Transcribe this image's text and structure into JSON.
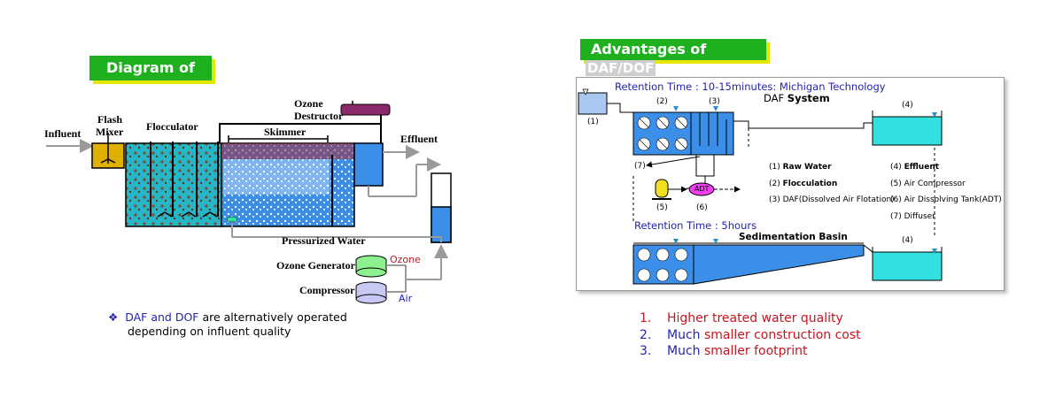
{
  "left": {
    "title": "Diagram of DOF",
    "labels": {
      "influent": "Influent",
      "flash_mixer_1": "Flash",
      "flash_mixer_2": "Mixer",
      "flocculator": "Flocculator",
      "ozone_destructor_1": "Ozone",
      "ozone_destructor_2": "Destructor",
      "skimmer": "Skimmer",
      "effluent": "Effluent",
      "pressurized_water": "Pressurized Water",
      "ozone_generator": "Ozone Generator",
      "compressor": "Compressor",
      "ozone": "Ozone",
      "air": "Air"
    },
    "bullet": {
      "symbol": "❖",
      "highlight": "DAF and DOF",
      "line1_rest": " are alternatively operated",
      "line2": "depending on influent quality"
    }
  },
  "right": {
    "title_line1": "Advantages of",
    "title_line2": "DAF/DOF",
    "retention_time_1": "Retention Time : 10-15minutes: Michigan Technology",
    "daf_system_prefix": "DAF ",
    "daf_system_bold": "System",
    "retention_time_2": "Retention Time : 5hours",
    "sedimentation_basin": "Sedimentation Basin",
    "unit_numbers": {
      "n1": "(1)",
      "n2": "(2)",
      "n3": "(3)",
      "n4a": "(4)",
      "n4b": "(4)",
      "n5": "(5)",
      "n6": "(6)",
      "n7": "(7)"
    },
    "adt_label": "ADT",
    "legend_left": [
      {
        "num": "(1) ",
        "text": "Raw Water",
        "bold": true
      },
      {
        "num": "(2) ",
        "text": "Flocculation",
        "bold": true
      },
      {
        "num": "(3) ",
        "text": "DAF(Dissolved Air Flotation)",
        "bold": false
      }
    ],
    "legend_right": [
      {
        "num": "(4) ",
        "text": "Effluent",
        "bold": true
      },
      {
        "num": "(5) ",
        "text": "Air Compressor",
        "bold": false
      },
      {
        "num": "(6) ",
        "text": "Air Dissolving Tank(ADT)",
        "bold": false
      },
      {
        "num": "(7) ",
        "text": "Diffuser",
        "bold": false
      }
    ],
    "advantages": [
      {
        "num": "1.",
        "parts": [
          {
            "text": "Higher treated water quality",
            "color": "red"
          }
        ]
      },
      {
        "num": "2.",
        "parts": [
          {
            "text": "Much ",
            "color": "blue"
          },
          {
            "text": "smaller construction cost",
            "color": "red"
          }
        ]
      },
      {
        "num": "3.",
        "parts": [
          {
            "text": "Much ",
            "color": "blue"
          },
          {
            "text": "smaller footprint",
            "color": "red"
          }
        ]
      }
    ]
  },
  "colors": {
    "title_green": "#1fb01f",
    "title_shadow": "#e6e600",
    "water_blue": "#3c8fe8",
    "flocculator_teal": "#26b6c8",
    "effluent_cyan": "#33e0e0",
    "text_blue": "#2323b0",
    "text_red": "#c8141e",
    "ozone_gen_green": "#8ef08e",
    "compressor_lavender": "#c8c8f4",
    "destructor_purple": "#8a2a6a"
  }
}
